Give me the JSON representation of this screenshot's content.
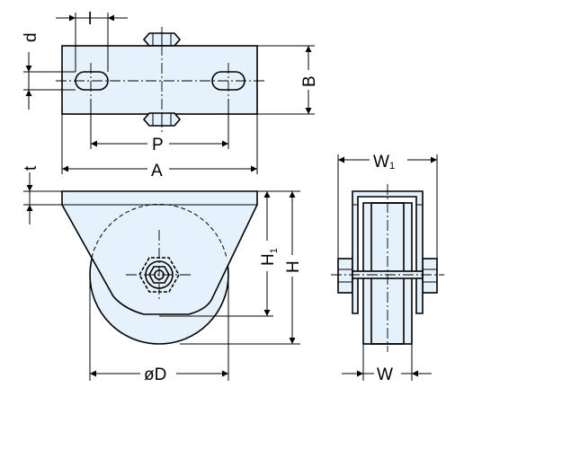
{
  "colors": {
    "part_fill": "#e6f2fb",
    "line": "#000000"
  },
  "labels": {
    "l": "l",
    "d": "d",
    "B": "B",
    "P": "P",
    "A": "A",
    "t": "t",
    "H1_main": "H",
    "H1_sub": "1",
    "H": "H",
    "D": "øD",
    "W1_main": "W",
    "W1_sub": "1",
    "W": "W"
  }
}
